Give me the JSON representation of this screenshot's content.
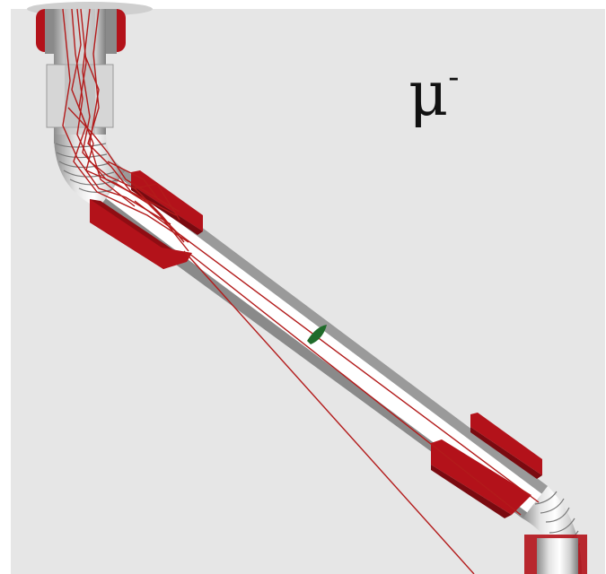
{
  "label": {
    "particle": "μ",
    "charge": "-"
  },
  "colors": {
    "background": "#e6e6e6",
    "magnet_red": "#b3121a",
    "track_red": "#b31b1b",
    "pipe_light": "#f2f2f2",
    "pipe_dark": "#8a8a8a",
    "detector_green": "#1f6b2a"
  },
  "scene": {
    "description_icons": [
      "beam-pipe",
      "bending-magnet",
      "particle-track",
      "target-marker"
    ]
  }
}
